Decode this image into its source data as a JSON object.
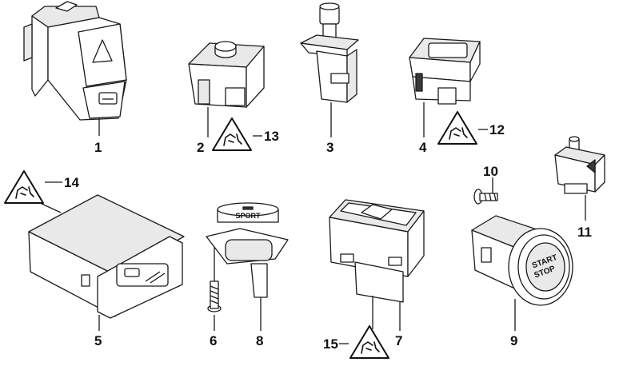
{
  "callouts": [
    "1",
    "2",
    "3",
    "4",
    "5",
    "6",
    "7",
    "8",
    "9",
    "10",
    "11",
    "12",
    "13",
    "14",
    "15"
  ],
  "part_text": {
    "sport_button": "SPORT",
    "start_stop_line1": "START",
    "start_stop_line2": "STOP"
  },
  "icons": {
    "warning": "esd-warning-triangle-icon",
    "hazard": "hazard-triangle-icon",
    "boot": "trunk-lid-icon",
    "seat_heat": "seat-heating-icon"
  }
}
